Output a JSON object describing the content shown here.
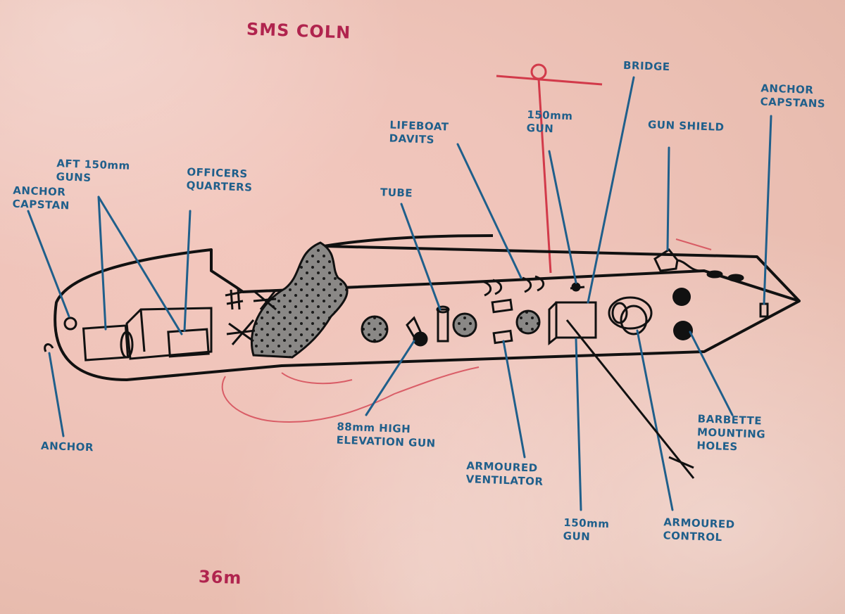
{
  "title": "SMS COLN",
  "depth": "36m",
  "labels": {
    "aft_guns": [
      "AFT 150mm",
      "GUNS"
    ],
    "officers_quarters": [
      "OFFICERS",
      "QUARTERS"
    ],
    "anchor_capstan": [
      "ANCHOR",
      "CAPSTAN"
    ],
    "anchor": "ANCHOR",
    "tube": "TUBE",
    "lifeboat_davits": [
      "LIFEBOAT",
      "DAVITS"
    ],
    "gun_150_top": [
      "150mm",
      "GUN"
    ],
    "bridge": "BRIDGE",
    "gun_shield": "GUN SHIELD",
    "anchor_capstans": [
      "ANCHOR",
      "CAPSTANS"
    ],
    "gun_88": [
      "88mm HIGH",
      "ELEVATION GUN"
    ],
    "armoured_ventilator": [
      "ARMOURED",
      "VENTILATOR"
    ],
    "gun_150_bottom": [
      "150mm",
      "GUN"
    ],
    "armoured_control": [
      "ARMOURED",
      "CONTROL"
    ],
    "barbette": [
      "BARBETTE",
      "MOUNTING",
      "HOLES"
    ]
  },
  "colors": {
    "ink": "#111111",
    "label_blue": "#1f5f8b",
    "red_marker": "#d23a4a",
    "title_red": "#b0244e"
  }
}
